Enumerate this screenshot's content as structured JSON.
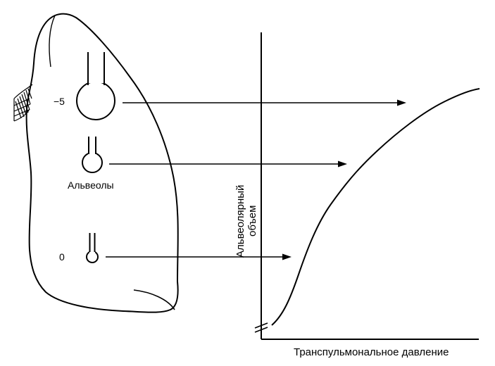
{
  "lung": {
    "alveoli_label": "Альвеолы",
    "pressure_top": "−5",
    "pressure_bottom": "0"
  },
  "graph": {
    "x_axis_label": "Транспульмональное давление",
    "y_axis_label_line1": "Альвеолярный",
    "y_axis_label_line2": "объем"
  }
}
